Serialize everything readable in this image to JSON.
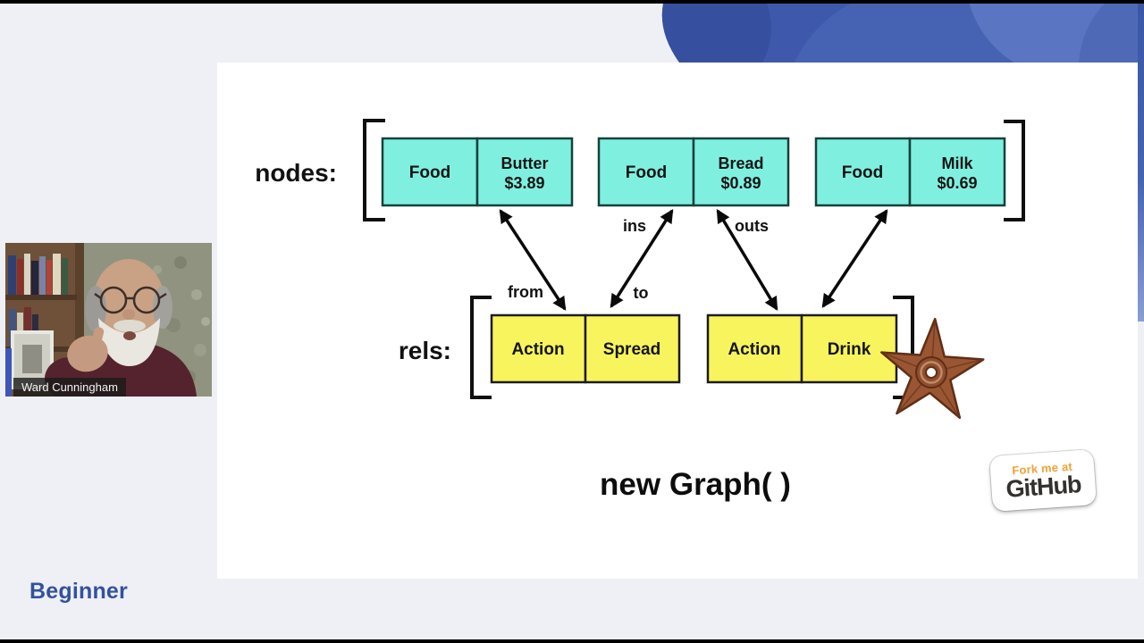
{
  "page": {
    "difficulty_label": "Beginner"
  },
  "webcam": {
    "speaker_name": "Ward Cunningham"
  },
  "diagram": {
    "nodes_label": "nodes:",
    "rels_label": "rels:",
    "node_pairs": [
      {
        "type": "Food",
        "name": "Butter",
        "price": "$3.89"
      },
      {
        "type": "Food",
        "name": "Bread",
        "price": "$0.89"
      },
      {
        "type": "Food",
        "name": "Milk",
        "price": "$0.69"
      }
    ],
    "rel_pairs": [
      {
        "type": "Action",
        "name": "Spread"
      },
      {
        "type": "Action",
        "name": "Drink"
      }
    ],
    "edge_labels": {
      "from": "from",
      "to": "to",
      "ins": "ins",
      "outs": "outs"
    },
    "code_text": "new Graph( )"
  },
  "github_badge": {
    "line1": "Fork me at",
    "line2": "GitHub"
  },
  "colors": {
    "node_fill": "#7FF0DF",
    "rel_fill": "#F8F45E",
    "accent_blue": "#3E59AC",
    "difficulty_blue": "#33519E",
    "badge_orange": "#F0A236",
    "star_bronze": "#A05A38"
  }
}
